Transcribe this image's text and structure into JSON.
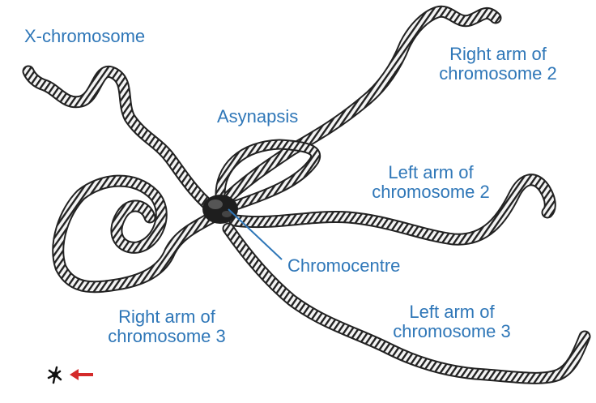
{
  "labels": {
    "x_chromosome": "X-chromosome",
    "right_arm_2_line1": "Right arm of",
    "right_arm_2_line2": "chromosome 2",
    "asynapsis": "Asynapsis",
    "left_arm_2_line1": "Left arm of",
    "left_arm_2_line2": "chromosome 2",
    "chromocentre": "Chromocentre",
    "right_arm_3_line1": "Right arm of",
    "right_arm_3_line2": "chromosome 3",
    "left_arm_3_line1": "Left arm of",
    "left_arm_3_line2": "chromosome 3"
  },
  "colors": {
    "label_text": "#2f77b8",
    "pointer_line": "#2f77b8",
    "chromosome_dark": "#222222",
    "chromosome_light": "#f4f4f4",
    "scale_arrow": "#d42a2a"
  },
  "icons": {
    "miniature": "miniature-chromosome-icon",
    "arrow": "red-arrow-icon"
  }
}
